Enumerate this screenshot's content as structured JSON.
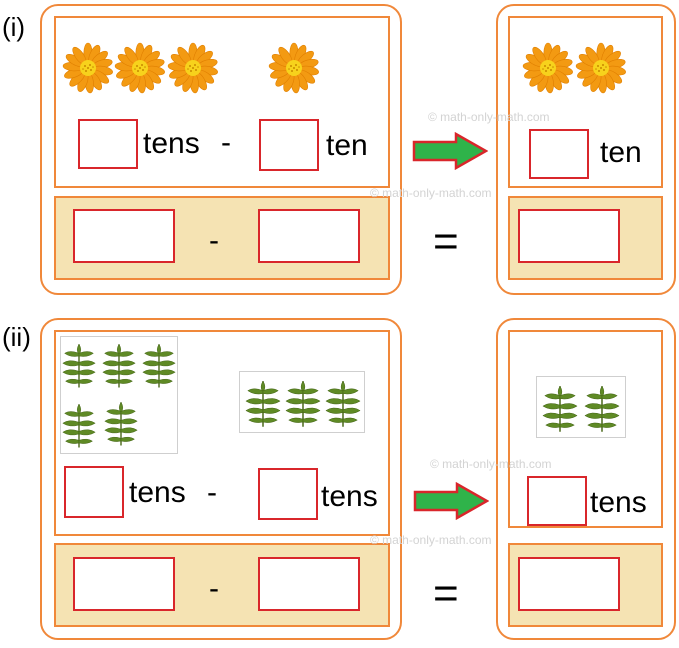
{
  "problems": [
    {
      "label": "(i)",
      "left_unit_word": "tens",
      "right_unit_word": "ten",
      "result_unit_word": "ten",
      "minus_sign": "-",
      "bottom_minus_sign": "-",
      "equals_sign": "=",
      "picture": "flowers",
      "left_count": 3,
      "right_count": 1,
      "result_count": 2
    },
    {
      "label": "(ii)",
      "left_unit_word": "tens",
      "right_unit_word": "tens",
      "result_unit_word": "tens",
      "minus_sign": "-",
      "bottom_minus_sign": "-",
      "equals_sign": "=",
      "picture": "leaf-sprigs",
      "left_count": 5,
      "right_count": 3,
      "result_count": 2
    }
  ],
  "watermark": "© math-only-math.com",
  "colors": {
    "frame_orange": "#f0883a",
    "box_red": "#d9262b",
    "tan_fill": "#f5e3b3",
    "arrow_green": "#2fb34a",
    "arrow_border": "#d9262b"
  },
  "icons": {
    "flower": "orange-daisy-icon",
    "leaf": "leaf-sprig-icon",
    "arrow": "green-right-arrow-icon"
  }
}
